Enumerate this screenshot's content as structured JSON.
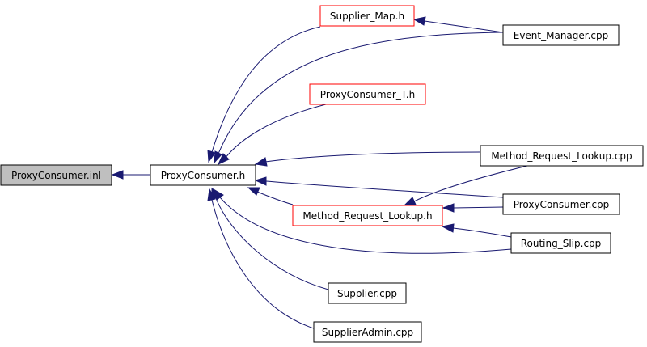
{
  "colors": {
    "edge": "#191970",
    "focus_fill": "#bfbfbf",
    "node_border": "#000000",
    "truncated_border": "#ff0000",
    "background": "#ffffff"
  },
  "nodes": {
    "proxyconsumer_inl": {
      "label": "ProxyConsumer.inl",
      "style": "focus"
    },
    "proxyconsumer_h": {
      "label": "ProxyConsumer.h",
      "style": "normal"
    },
    "supplier_map_h": {
      "label": "Supplier_Map.h",
      "style": "truncated"
    },
    "event_manager_cpp": {
      "label": "Event_Manager.cpp",
      "style": "normal"
    },
    "proxyconsumer_t_h": {
      "label": "ProxyConsumer_T.h",
      "style": "truncated"
    },
    "method_request_lookup_cpp": {
      "label": "Method_Request_Lookup.cpp",
      "style": "normal"
    },
    "method_request_lookup_h": {
      "label": "Method_Request_Lookup.h",
      "style": "truncated"
    },
    "proxyconsumer_cpp": {
      "label": "ProxyConsumer.cpp",
      "style": "normal"
    },
    "routing_slip_cpp": {
      "label": "Routing_Slip.cpp",
      "style": "normal"
    },
    "supplier_cpp": {
      "label": "Supplier.cpp",
      "style": "normal"
    },
    "supplieradmin_cpp": {
      "label": "SupplierAdmin.cpp",
      "style": "normal"
    }
  }
}
